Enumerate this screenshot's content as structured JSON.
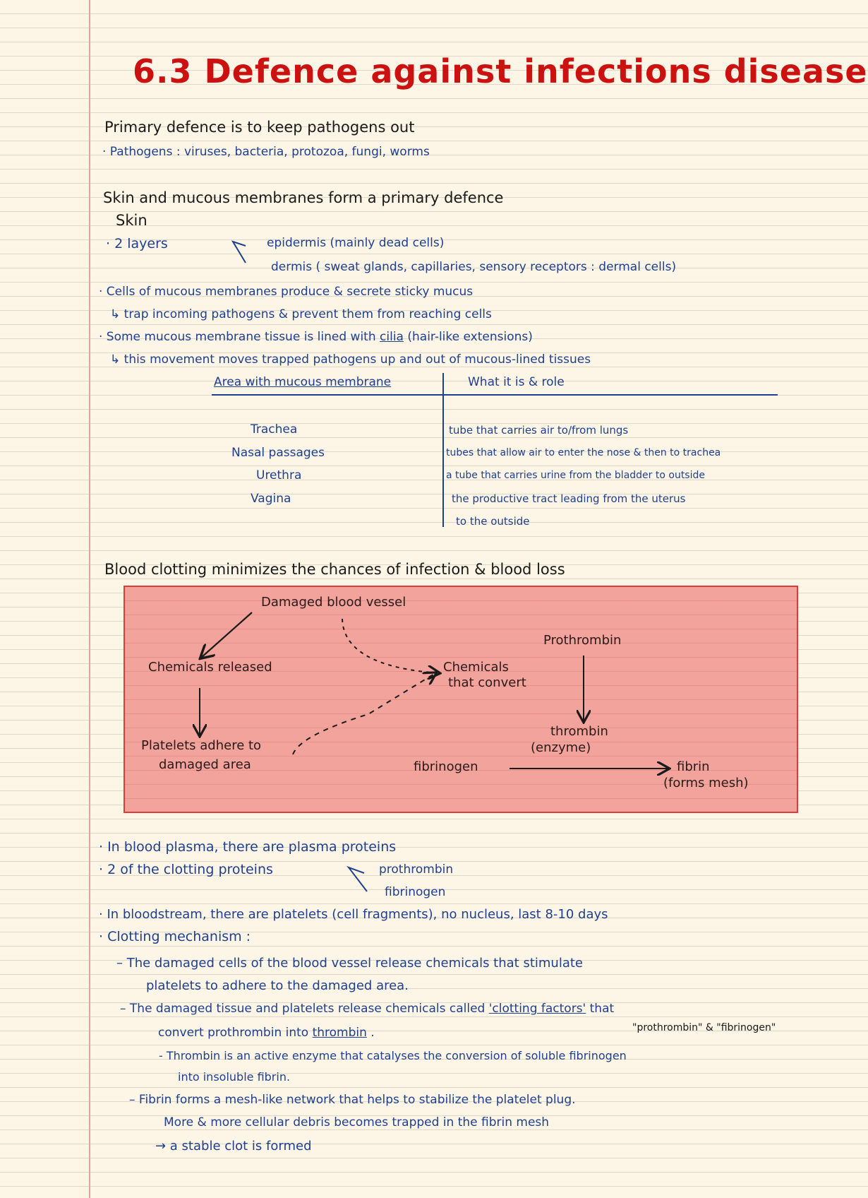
{
  "title": "6.3 Defence against infections disease",
  "primary": {
    "heading": "Primary defence is to keep pathogens out",
    "pathogens": "· Pathogens : viruses, bacteria, protozoa, fungi, worms"
  },
  "skin": {
    "heading": "Skin and mucous membranes form a primary defence",
    "subheading": "Skin",
    "layers": "· 2 layers",
    "epidermis": "epidermis (mainly dead cells)",
    "dermis": "dermis ( sweat glands, capillaries, sensory receptors : dermal cells)",
    "b1": "· Cells of mucous membranes produce & secrete sticky mucus",
    "b1a": "↳ trap incoming pathogens & prevent them from reaching cells",
    "b2_pre": "· Some mucous membrane tissue is lined with ",
    "b2_cilia": "cilia",
    "b2_post": " (hair-like extensions)",
    "b2a": "↳ this movement moves trapped pathogens up and out of mucous-lined tissues"
  },
  "table": {
    "headers": [
      "Area with mucous membrane",
      "What it is & role"
    ],
    "rows": [
      [
        "Trachea",
        "tube that carries air to/from lungs"
      ],
      [
        "Nasal passages",
        "tubes that allow air to enter the nose & then to trachea"
      ],
      [
        "Urethra",
        "a tube that carries urine from the bladder to outside"
      ],
      [
        "Vagina",
        "the productive tract leading from the uterus"
      ]
    ],
    "extra": "to the outside"
  },
  "clotting": {
    "heading": "Blood clotting minimizes the chances of infection & blood loss",
    "diagram": {
      "damaged_vessel": "Damaged blood vessel",
      "chemicals_released": "Chemicals released",
      "platelets_l1": "Platelets adhere to",
      "platelets_l2": "damaged area",
      "chem_convert_l1": "Chemicals",
      "chem_convert_l2": "that convert",
      "prothrombin": "Prothrombin",
      "thrombin_l1": "thrombin",
      "thrombin_l2": "(enzyme)",
      "fibrinogen": "fibrinogen",
      "fibrin_l1": "fibrin",
      "fibrin_l2": "(forms mesh)"
    },
    "colors": {
      "box_fill": "#f2a39b",
      "box_border": "#dd3a3a"
    }
  },
  "notes": {
    "n1": "· In blood plasma, there are plasma proteins",
    "n2": "· 2 of the clotting proteins",
    "n2a": "prothrombin",
    "n2b": "fibrinogen",
    "n3": "· In bloodstream, there are platelets (cell fragments), no nucleus, last 8-10 days",
    "n4": "· Clotting mechanism :",
    "m1a": "– The damaged cells of the blood vessel release chemicals that stimulate",
    "m1b": "platelets to adhere to the damaged area.",
    "m2a_pre": "– The damaged tissue and platelets release chemicals called ",
    "m2a_cf": "'clotting factors'",
    "m2a_post": " that",
    "m2b_pre": "convert prothrombin into ",
    "m2b_th": "thrombin",
    "m2b_post": " .",
    "m2note": "\"prothrombin\" & \"fibrinogen\"",
    "m3a": "- Thrombin is an active enzyme that catalyses the conversion of soluble fibrinogen",
    "m3b": "into insoluble fibrin.",
    "m4a": "– Fibrin forms a mesh-like network that helps to stabilize the platelet plug.",
    "m4b": "More & more cellular debris becomes trapped in the fibrin mesh",
    "m4c": "→ a stable clot is formed"
  }
}
